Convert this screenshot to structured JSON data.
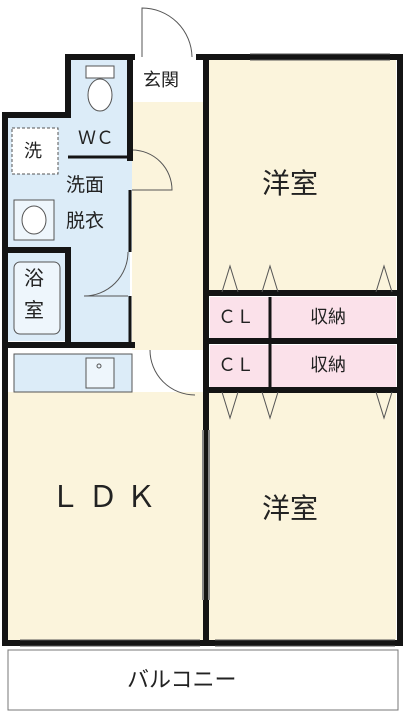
{
  "floorplan": {
    "rooms": {
      "western_room_top": "洋室",
      "western_room_bottom": "洋室",
      "ldk": "ＬＤＫ",
      "entrance": "玄関",
      "wc": "ＷＣ",
      "washroom_line1": "洗面",
      "washroom_line2": "脱衣",
      "bath_line1": "浴",
      "bath_line2": "室",
      "washer": "洗",
      "closet_top": "ＣＬ",
      "closet_bottom": "ＣＬ",
      "storage_top": "収納",
      "storage_bottom": "収納",
      "balcony": "バルコニー"
    },
    "colors": {
      "room_fill": "#fbf4dc",
      "wet_area_fill": "#dcecf8",
      "storage_fill": "#fbe1ea",
      "balcony_fill": "#ffffff",
      "wall": "#141414"
    }
  }
}
